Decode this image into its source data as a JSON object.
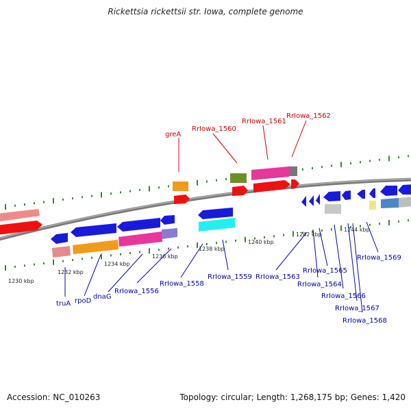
{
  "title": "Rickettsia rickettsii str. Iowa, complete genome",
  "footer": {
    "accession": "Accession: NC_010263",
    "summary": "Topology: circular; Length: 1,268,175 bp; Genes: 1,420"
  },
  "colors": {
    "backbone": "#8c8c8c",
    "tick": "#2e8b2e",
    "top_label": "#cc0000",
    "bottom_label": "#0000aa",
    "scale_text": "#222222"
  },
  "scale_labels": [
    "1230 kbp",
    "1232 kbp",
    "1234 kbp",
    "1236 kbp",
    "1238 kbp",
    "1240 kbp",
    "1242 kbp",
    "1244 kbp"
  ],
  "top_labels": [
    "greA",
    "RrIowa_1560",
    "RrIowa_1561",
    "RrIowa_1562"
  ],
  "bottom_labels": [
    "truA",
    "rpoD",
    "dnaG",
    "RrIowa_1556",
    "RrIowa_1558",
    "RrIowa_1559",
    "RrIowa_1563",
    "RrIowa_1564",
    "RrIowa_1565",
    "RrIowa_1566",
    "RrIowa_1567",
    "RrIowa_1568",
    "RrIowa_1569"
  ]
}
